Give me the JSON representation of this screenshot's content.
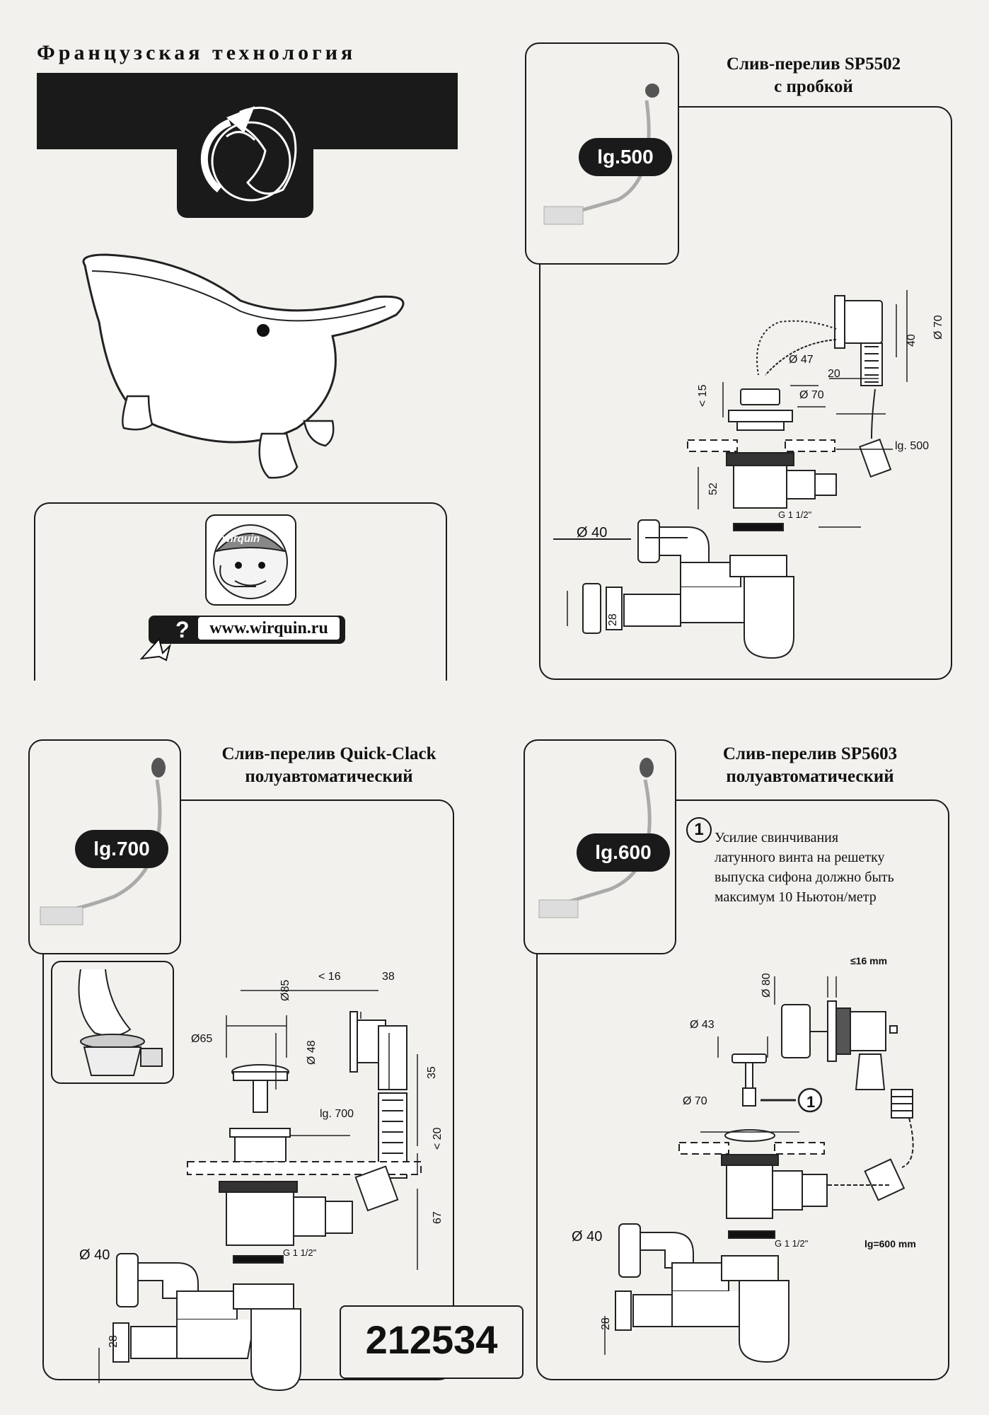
{
  "header": {
    "title": "Французская технология"
  },
  "brand": {
    "logo_text": "wirquin",
    "url": "www.wirquin.ru",
    "help_glyph": "?"
  },
  "products": [
    {
      "title_line1": "Слив-перелив SP5502",
      "title_line2": "с пробкой",
      "length_badge": "lg.500"
    },
    {
      "title_line1": "Слив-перелив Quick-Clack",
      "title_line2": "полуавтоматический",
      "length_badge": "lg.700"
    },
    {
      "title_line1": "Слив-перелив SP5603",
      "title_line2": "полуавтоматический",
      "length_badge": "lg.600"
    }
  ],
  "sp5502_dims": {
    "d70_top": "Ø 70",
    "d40_top": "40",
    "d20": "20",
    "d47": "Ø 47",
    "lt15": "< 15",
    "d70": "Ø 70",
    "lg500": "lg. 500",
    "d52": "52",
    "g112": "G 1 1/2\"",
    "d40": "Ø 40",
    "d28": "28"
  },
  "quick_dims": {
    "d85": "Ø85",
    "lt16": "< 16",
    "d38": "38",
    "d65": "Ø65",
    "d48": "Ø 48",
    "d35": "35",
    "lg700": "lg. 700",
    "lt20": "< 20",
    "d67": "67",
    "g112": "G 1 1/2\"",
    "d40": "Ø 40",
    "d28": "28"
  },
  "sp5603_dims": {
    "d80": "Ø 80",
    "lt16mm": "≤16 mm",
    "d43": "Ø 43",
    "d70": "Ø 70",
    "callout": "1",
    "g112": "G 1 1/2\"",
    "lg600": "lg=600 mm",
    "d40": "Ø 40",
    "d28": "28"
  },
  "sp5603_note": {
    "number": "1",
    "line1": "Усилие свинчивания",
    "line2": "латунного винта на решетку",
    "line3": "выпуска сифона должно быть",
    "line4": "максимум 10  Ньютон/метр"
  },
  "article_number": "212534",
  "colors": {
    "dark": "#1a1a1a",
    "paper": "#f2f1ee"
  }
}
